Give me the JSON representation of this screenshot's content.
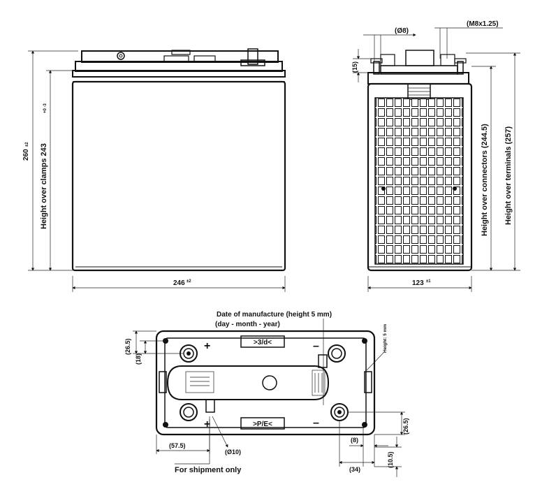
{
  "front_view": {
    "width_label": "246",
    "width_tol": "±2",
    "height_label": "260",
    "height_tol": "±2",
    "clamps_label": "Height over clamps 243",
    "clamps_tol": "+0 -3"
  },
  "side_view": {
    "width_label": "123",
    "width_tol": "±1",
    "dia_label": "(Ø8)",
    "thread_label": "(M8x1.25)",
    "terminal_height_label": "(15)",
    "connectors_label": "Height over connectors (244.5)",
    "terminals_label": "Height over terminals (257)"
  },
  "top_view": {
    "date_title": "Date of manufacture (height 5 mm)",
    "date_format": "(day - month - year)",
    "height_note": "Height: 5 mm",
    "plus_top": "+",
    "plus_bottom": "+",
    "minus_top": "–",
    "minus_bottom": "–",
    "box_top": ">3/d<",
    "box_bottom": ">P/E<",
    "dim_26_5_top": "(26.5)",
    "dim_18": "(18)",
    "dim_26_5_right": "(26.5)",
    "dim_57_5": "(57.5)",
    "dim_dia10": "(Ø10)",
    "dim_8": "(8)",
    "dim_10_5": "(10.5)",
    "dim_34": "(34)",
    "shipment_label": "For shipment only"
  },
  "colors": {
    "ink": "#111111",
    "paper": "#ffffff"
  }
}
